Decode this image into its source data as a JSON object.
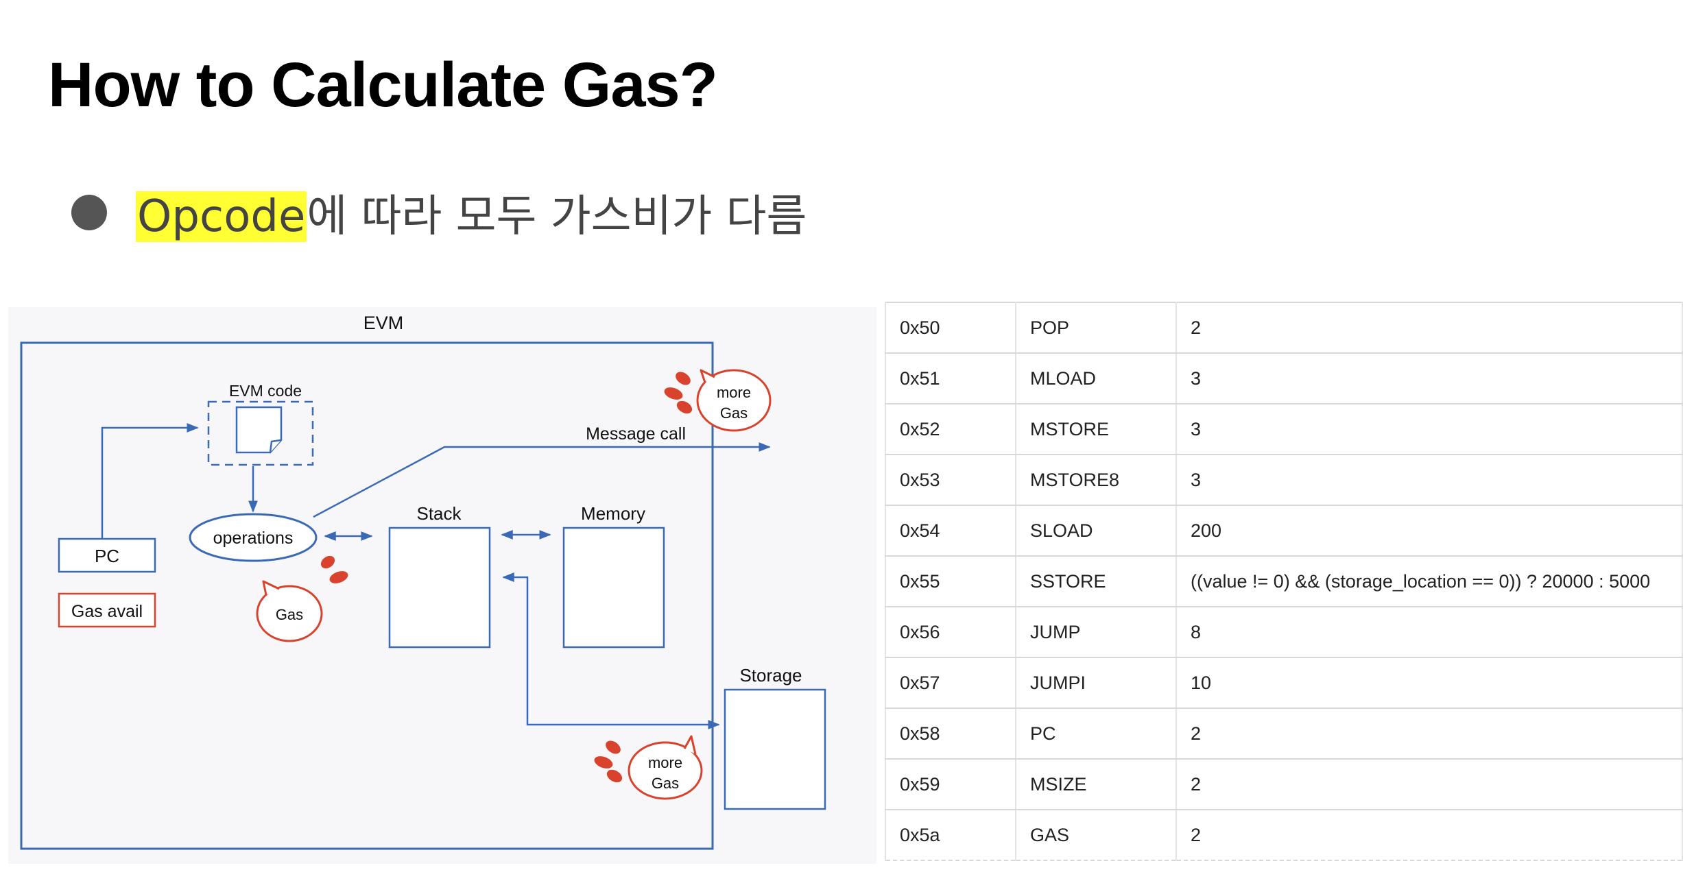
{
  "title": "How to Calculate Gas?",
  "bullet": {
    "highlight": "Opcode",
    "rest": "에 따라 모두 가스비가 다름"
  },
  "diagram": {
    "evm_label": "EVM",
    "evm_code_label": "EVM code",
    "pc_label": "PC",
    "gas_avail_label": "Gas avail",
    "operations_label": "operations",
    "stack_label": "Stack",
    "memory_label": "Memory",
    "storage_label": "Storage",
    "message_call_label": "Message call",
    "gas_bubble": "Gas",
    "more_gas_line1": "more",
    "more_gas_line2": "Gas",
    "colors": {
      "line": "#3a6ab5",
      "bubble": "#d9432e"
    }
  },
  "opcode_table": {
    "rows": [
      {
        "code": "0x50",
        "name": "POP",
        "gas": "2"
      },
      {
        "code": "0x51",
        "name": "MLOAD",
        "gas": "3"
      },
      {
        "code": "0x52",
        "name": "MSTORE",
        "gas": "3"
      },
      {
        "code": "0x53",
        "name": "MSTORE8",
        "gas": "3"
      },
      {
        "code": "0x54",
        "name": "SLOAD",
        "gas": "200"
      },
      {
        "code": "0x55",
        "name": "SSTORE",
        "gas": "((value != 0) && (storage_location == 0)) ? 20000 : 5000"
      },
      {
        "code": "0x56",
        "name": "JUMP",
        "gas": "8"
      },
      {
        "code": "0x57",
        "name": "JUMPI",
        "gas": "10"
      },
      {
        "code": "0x58",
        "name": "PC",
        "gas": "2"
      },
      {
        "code": "0x59",
        "name": "MSIZE",
        "gas": "2"
      },
      {
        "code": "0x5a",
        "name": "GAS",
        "gas": "2"
      }
    ]
  }
}
